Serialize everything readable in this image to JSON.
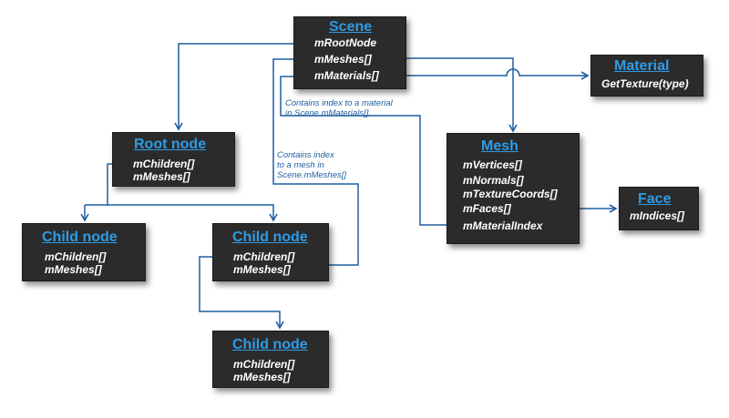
{
  "colors": {
    "box": "#2b2b2b",
    "title": "#2e9be6",
    "field": "#ffffff",
    "line": "#1f5fa0"
  },
  "scene": {
    "title": "Scene",
    "fields": [
      "mRootNode",
      "mMeshes[]",
      "mMaterials[]"
    ]
  },
  "material": {
    "title": "Material",
    "fields": [
      "GetTexture(type)"
    ]
  },
  "root_node": {
    "title": "Root node",
    "fields": [
      "mChildren[]",
      "mMeshes[]"
    ]
  },
  "mesh": {
    "title": "Mesh",
    "fields": [
      "mVertices[]",
      "mNormals[]",
      "mTextureCoords[]",
      "mFaces[]",
      "mMaterialIndex"
    ]
  },
  "face": {
    "title": "Face",
    "fields": [
      "mIndices[]"
    ]
  },
  "child_node_left": {
    "title": "Child node",
    "fields": [
      "mChildren[]",
      "mMeshes[]"
    ]
  },
  "child_node_mid": {
    "title": "Child node",
    "fields": [
      "mChildren[]",
      "mMeshes[]"
    ]
  },
  "child_node_bottom": {
    "title": "Child node",
    "fields": [
      "mChildren[]",
      "mMeshes[]"
    ]
  },
  "notes": {
    "material_index": [
      "Contains index to a material",
      "in Scene.mMaterials[]"
    ],
    "mesh_index": [
      "Contains index",
      "to a mesh in",
      "Scene.mMeshes[]"
    ]
  }
}
